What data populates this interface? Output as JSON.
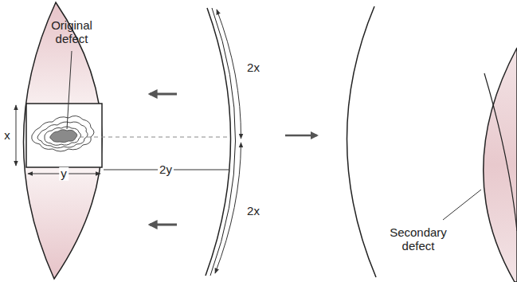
{
  "diagram": {
    "labels": [
      "Original defect",
      "x",
      "y",
      "2y",
      "2x",
      "2x",
      "Secondary defect"
    ]
  }
}
